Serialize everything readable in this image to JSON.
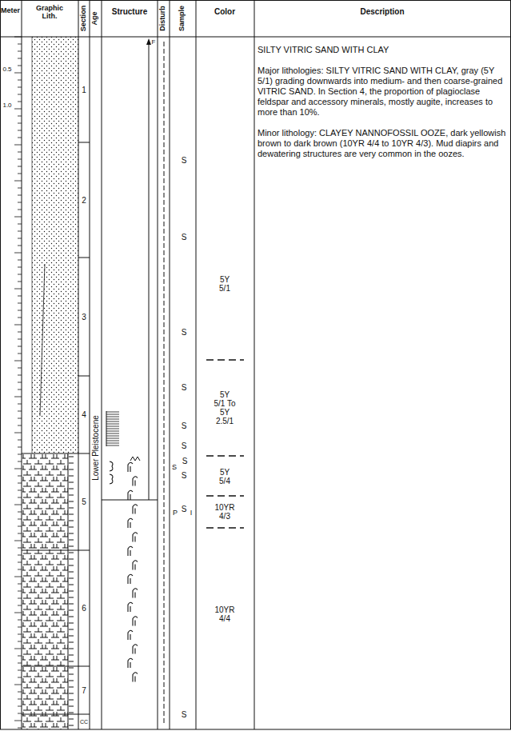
{
  "diagram": {
    "labels": [
      "Meter",
      "Graphic Lith.",
      "Section",
      "Age",
      "Structure",
      "Disturb",
      "Sample",
      "Color",
      "Description",
      "0.5",
      "1.0",
      "1",
      "2",
      "3",
      "4",
      "5",
      "6",
      "7",
      "CC",
      "Lower Pleistocene",
      "F",
      "S",
      "S",
      "S",
      "S",
      "S",
      "S",
      "S",
      "S",
      "S",
      "P",
      "S",
      "I",
      "S",
      "5Y 5/1",
      "5Y 5/1 To 5Y 2.5/1",
      "5Y 5/4",
      "10YR 4/3",
      "10YR 4/4",
      "SILTY VITRIC SAND WITH CLAY",
      "Major lithologies: SILTY VITRIC SAND WITH CLAY, gray (5Y 5/1) grading downwards into medium- and then coarse-grained VITRIC SAND. In Section 4, the proportion of plagioclase feldspar and accessory minerals, mostly augite, increases to more than 10%.",
      "Minor lithology: CLAYEY NANNOFOSSIL OOZE, dark yellowish brown to dark brown (10YR 4/4 to 10YR 4/3). Mud diapirs and dewatering structures are very common in the oozes."
    ]
  }
}
